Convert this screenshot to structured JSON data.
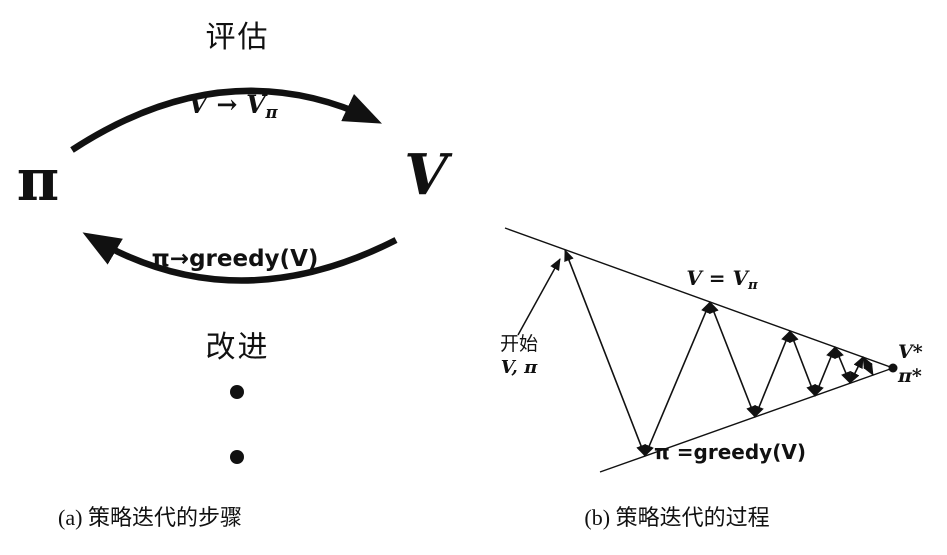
{
  "page": {
    "background": "#ffffff",
    "ink": "#111111"
  },
  "left": {
    "eval_label": "评估",
    "top_formula_main": "V → V",
    "top_formula_sub": "π",
    "pi": "π",
    "v": "V",
    "bottom_formula": "π→greedy(V)",
    "improve_label": "改进",
    "caption": "(a) 策略迭代的步骤"
  },
  "right": {
    "start_line1": "开始",
    "start_line2": "V, π",
    "top_line_main": "V = V",
    "top_line_sub": "π",
    "bottom_line": "π =greedy(V)",
    "v_star": "V*",
    "pi_star": "π*",
    "caption": "(b) 策略迭代的过程"
  }
}
